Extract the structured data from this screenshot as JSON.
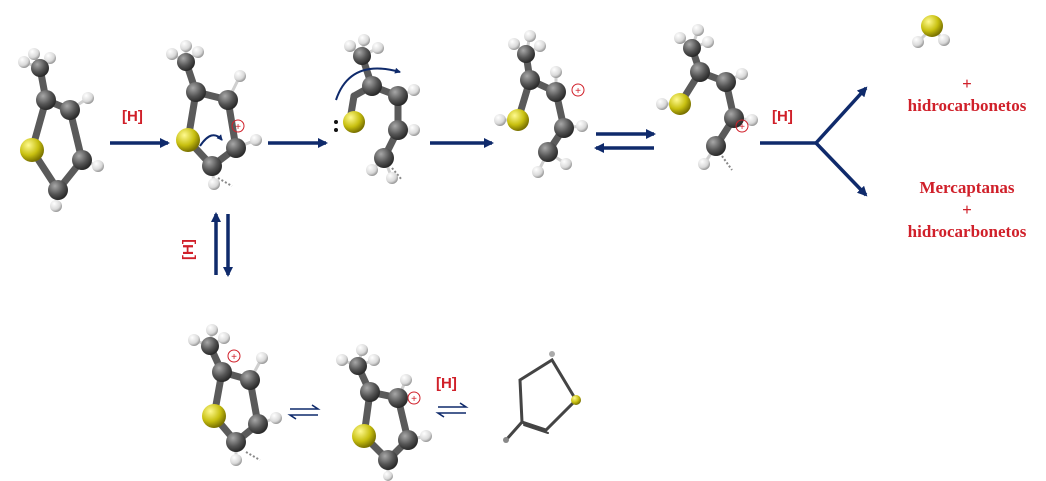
{
  "reagent": "[H]",
  "products": {
    "first": {
      "plus": "+",
      "text": "hidrocarbonetos"
    },
    "second": {
      "line1": "Mercaptanas",
      "plus": "+",
      "line2": "hidrocarbonetos"
    }
  },
  "charge_symbol": "+",
  "colors": {
    "arrow": "#0f2a6b",
    "label": "#d0202a",
    "carbon": "#555555",
    "sulfur": "#c8c010",
    "hydrogen": "#e6e6e6"
  }
}
